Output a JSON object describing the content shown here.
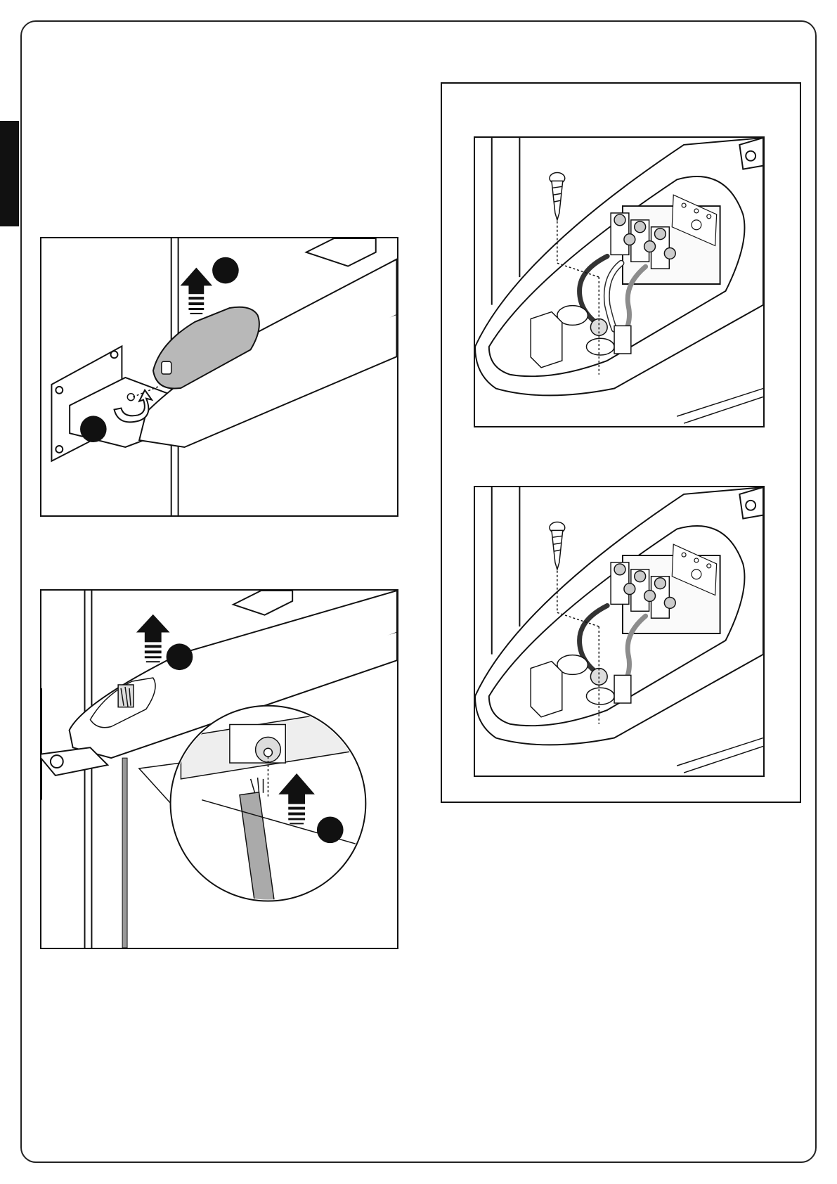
{
  "page": {
    "background": "#ffffff",
    "line_color": "#111111",
    "shade_dark": "#3a3a3a",
    "shade_grey": "#8c8c8c",
    "shade_light": "#c8c8c8"
  },
  "figures": [
    {
      "name": "remove-cover",
      "icons": [
        "arrow-up-icon",
        "screw-icon",
        "rotate-icon",
        "step-badge-icon"
      ]
    },
    {
      "name": "cable-entry",
      "icons": [
        "arrow-up-icon",
        "cable-icon",
        "magnifier-detail-icon",
        "step-badge-icon"
      ]
    },
    {
      "name": "wiring-detail",
      "icons": [
        "screw-icon",
        "terminal-block-icon",
        "wiring-diagram-icon"
      ]
    }
  ]
}
